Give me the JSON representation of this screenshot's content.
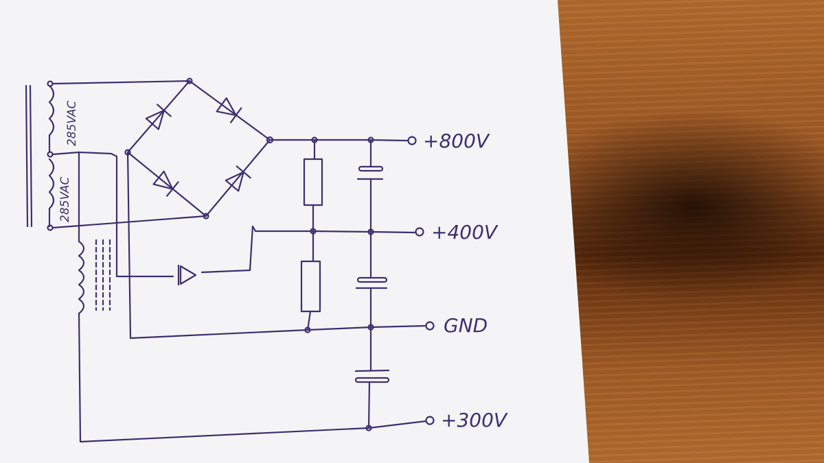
{
  "schematic": {
    "secondary_upper_label": "285VAC",
    "secondary_lower_label": "285VAC",
    "output_800": "+800V",
    "output_400": "+400V",
    "output_gnd": "GND",
    "output_300": "+300V"
  },
  "colors": {
    "ink": "#3d2f6e",
    "paper": "#f4f4f6"
  }
}
